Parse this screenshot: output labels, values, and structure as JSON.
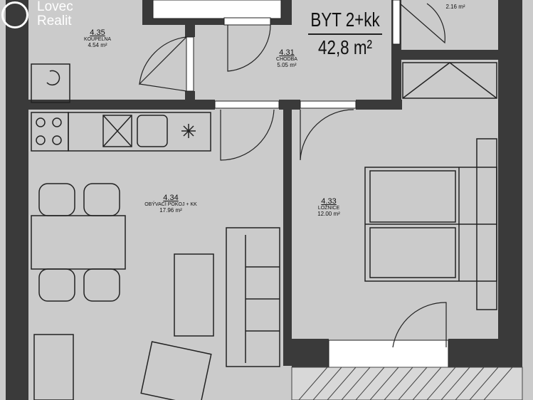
{
  "watermark": {
    "line1": "Lovec",
    "line2": "Realit",
    "icon": "house-pin-icon"
  },
  "title": {
    "unit": "BYT 2+kk",
    "area": "42,8 m²"
  },
  "rooms": [
    {
      "number": "4.35",
      "name": "KOUPELNA",
      "area": "4.54 m²"
    },
    {
      "number": "4.31",
      "name": "CHODBA",
      "area": "5.05 m²"
    },
    {
      "number": "4.34",
      "name": "OBÝVACÍ POKOJ + KK",
      "area": "17.96 m²"
    },
    {
      "number": "4.33",
      "name": "LOŽNICE",
      "area": "12.00 m²"
    },
    {
      "number": "",
      "name": "",
      "area": "2.16 m²"
    }
  ],
  "colors": {
    "wall": "#3a3a3a",
    "floor": "#cbcbcb",
    "line": "#222222"
  }
}
